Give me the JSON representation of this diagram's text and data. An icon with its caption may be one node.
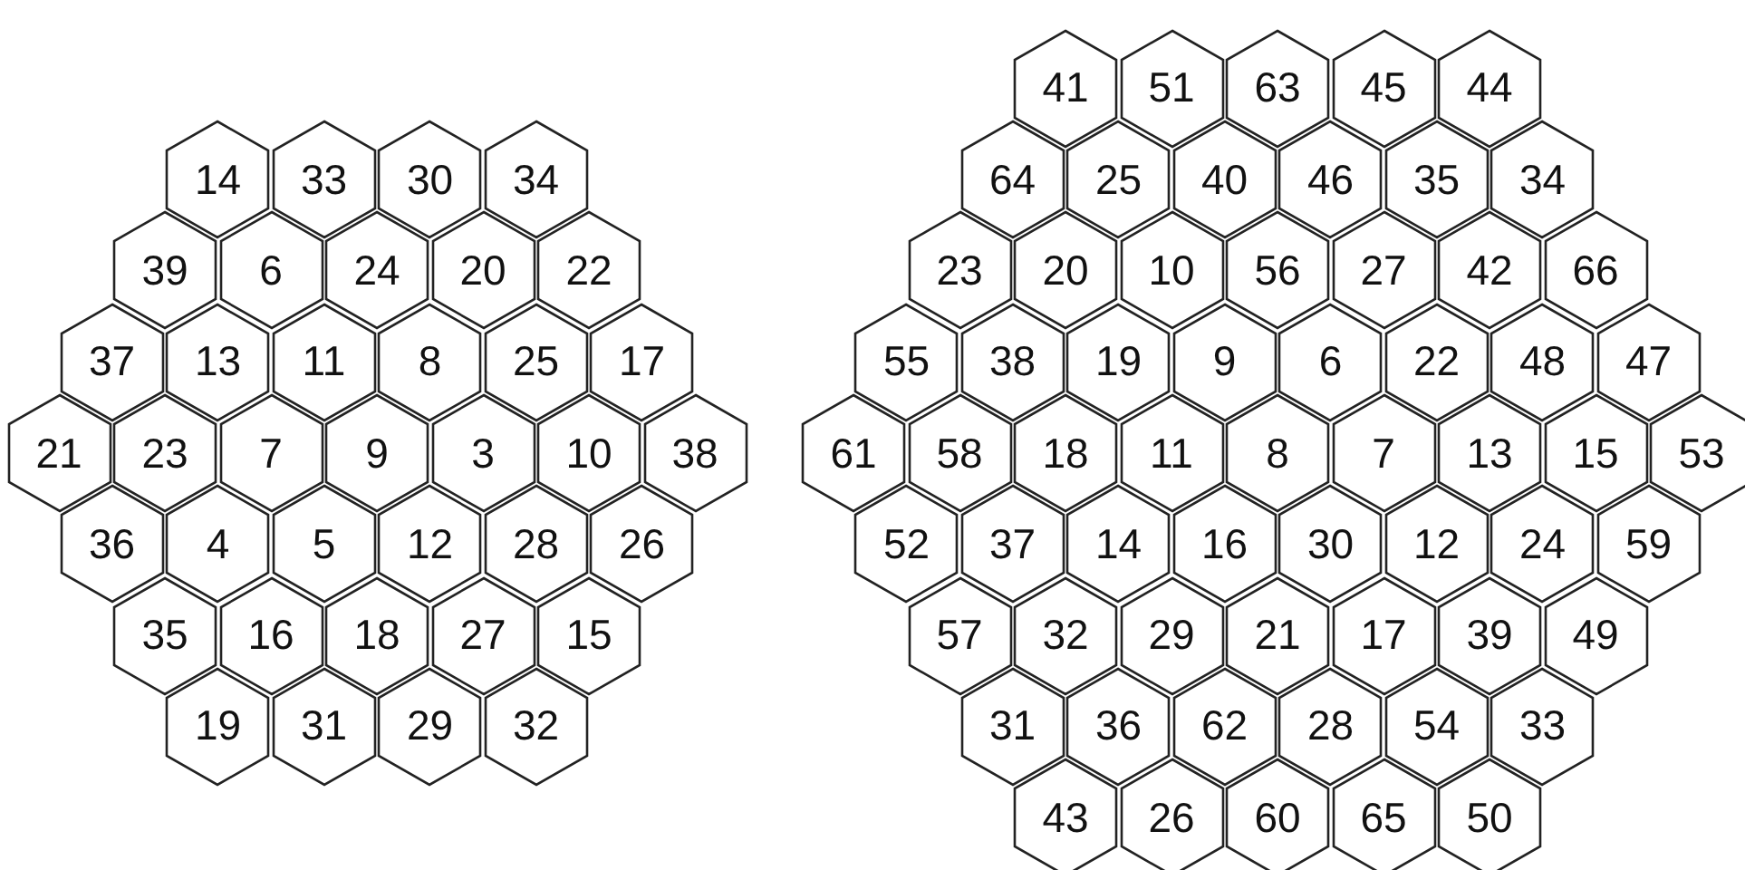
{
  "diagram": {
    "nodes": [
      {
        "text": [
          "14"
        ]
      },
      {
        "text": [
          "33"
        ]
      },
      {
        "text": [
          "30"
        ]
      },
      {
        "text": [
          "34"
        ]
      },
      {
        "text": [
          "39"
        ]
      },
      {
        "text": [
          "6"
        ]
      },
      {
        "text": [
          "24"
        ]
      },
      {
        "text": [
          "20"
        ]
      },
      {
        "text": [
          "22"
        ]
      },
      {
        "text": [
          "37"
        ]
      },
      {
        "text": [
          "13"
        ]
      },
      {
        "text": [
          "11"
        ]
      },
      {
        "text": [
          "8"
        ]
      },
      {
        "text": [
          "25"
        ]
      },
      {
        "text": [
          "17"
        ]
      },
      {
        "text": [
          "21"
        ]
      },
      {
        "text": [
          "23"
        ]
      },
      {
        "text": [
          "7"
        ]
      },
      {
        "text": [
          "9"
        ]
      },
      {
        "text": [
          "3"
        ]
      },
      {
        "text": [
          "10"
        ]
      },
      {
        "text": [
          "38"
        ]
      },
      {
        "text": [
          "36"
        ]
      },
      {
        "text": [
          "4"
        ]
      },
      {
        "text": [
          "5"
        ]
      },
      {
        "text": [
          "12"
        ]
      },
      {
        "text": [
          "28"
        ]
      },
      {
        "text": [
          "26"
        ]
      },
      {
        "text": [
          "35"
        ]
      },
      {
        "text": [
          "16"
        ]
      },
      {
        "text": [
          "18"
        ]
      },
      {
        "text": [
          "27"
        ]
      },
      {
        "text": [
          "15"
        ]
      },
      {
        "text": [
          "19"
        ]
      },
      {
        "text": [
          "31"
        ]
      },
      {
        "text": [
          "29"
        ]
      },
      {
        "text": [
          "32"
        ]
      },
      {
        "text": [
          "41"
        ]
      },
      {
        "text": [
          "51"
        ]
      },
      {
        "text": [
          "63"
        ]
      },
      {
        "text": [
          "45"
        ]
      },
      {
        "text": [
          "44"
        ]
      },
      {
        "text": [
          "64"
        ]
      },
      {
        "text": [
          "25"
        ]
      },
      {
        "text": [
          "40"
        ]
      },
      {
        "text": [
          "46"
        ]
      },
      {
        "text": [
          "35"
        ]
      },
      {
        "text": [
          "34"
        ]
      },
      {
        "text": [
          "23"
        ]
      },
      {
        "text": [
          "20"
        ]
      },
      {
        "text": [
          "10"
        ]
      },
      {
        "text": [
          "56"
        ]
      },
      {
        "text": [
          "27"
        ]
      },
      {
        "text": [
          "42"
        ]
      },
      {
        "text": [
          "66"
        ]
      },
      {
        "text": [
          "55"
        ]
      },
      {
        "text": [
          "38"
        ]
      },
      {
        "text": [
          "19"
        ]
      },
      {
        "text": [
          "9"
        ]
      },
      {
        "text": [
          "6"
        ]
      },
      {
        "text": [
          "22"
        ]
      },
      {
        "text": [
          "48"
        ]
      },
      {
        "text": [
          "47"
        ]
      },
      {
        "text": [
          "61"
        ]
      },
      {
        "text": [
          "58"
        ]
      },
      {
        "text": [
          "18"
        ]
      },
      {
        "text": [
          "11"
        ]
      },
      {
        "text": [
          "8"
        ]
      },
      {
        "text": [
          "7"
        ]
      },
      {
        "text": [
          "13"
        ]
      },
      {
        "text": [
          "15"
        ]
      },
      {
        "text": [
          "53"
        ]
      },
      {
        "text": [
          "52"
        ]
      },
      {
        "text": [
          "37"
        ]
      },
      {
        "text": [
          "14"
        ]
      },
      {
        "text": [
          "16"
        ]
      },
      {
        "text": [
          "30"
        ]
      },
      {
        "text": [
          "12"
        ]
      },
      {
        "text": [
          "24"
        ]
      },
      {
        "text": [
          "59"
        ]
      },
      {
        "text": [
          "57"
        ]
      },
      {
        "text": [
          "32"
        ]
      },
      {
        "text": [
          "29"
        ]
      },
      {
        "text": [
          "21"
        ]
      },
      {
        "text": [
          "17"
        ]
      },
      {
        "text": [
          "39"
        ]
      },
      {
        "text": [
          "49"
        ]
      },
      {
        "text": [
          "31"
        ]
      },
      {
        "text": [
          "36"
        ]
      },
      {
        "text": [
          "62"
        ]
      },
      {
        "text": [
          "28"
        ]
      },
      {
        "text": [
          "54"
        ]
      },
      {
        "text": [
          "33"
        ]
      },
      {
        "text": [
          "43"
        ]
      },
      {
        "text": [
          "26"
        ]
      },
      {
        "text": [
          "60"
        ]
      },
      {
        "text": [
          "65"
        ]
      },
      {
        "text": [
          "50"
        ]
      }
    ]
  }
}
